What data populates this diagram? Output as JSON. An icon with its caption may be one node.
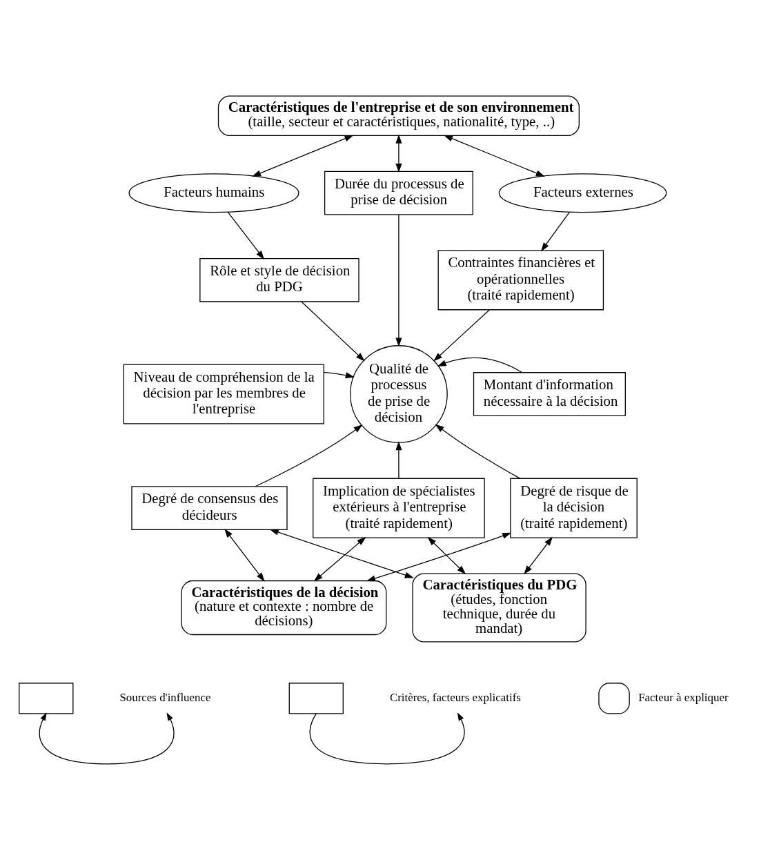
{
  "diagram": {
    "nodes": [
      {
        "text": [
          "Caractéristiques de l'entreprise et de son environnement",
          "(taille, secteur et caractéristiques, nationalité, type, ..)"
        ]
      },
      {
        "text": [
          "Facteurs humains"
        ]
      },
      {
        "text": [
          "Durée du processus de prise de décision"
        ]
      },
      {
        "text": [
          "Facteurs externes"
        ]
      },
      {
        "text": [
          "Rôle et style de décision du PDG"
        ]
      },
      {
        "text": [
          "Contraintes financières et opérationnelles",
          "(traité rapidement)"
        ]
      },
      {
        "text": [
          "Niveau de compréhension de la décision par les membres de l'entreprise"
        ]
      },
      {
        "text": [
          "Qualité de processus de prise de décision"
        ]
      },
      {
        "text": [
          "Montant d'information nécessaire à la décision"
        ]
      },
      {
        "text": [
          "Degré de consensus des décideurs"
        ]
      },
      {
        "text": [
          "Implication de spécialistes extérieurs à l'entreprise",
          "(traité rapidement)"
        ]
      },
      {
        "text": [
          "Degré de risque de la décision",
          "(traité rapidement)"
        ]
      },
      {
        "text": [
          "Caractéristiques de la décision",
          "(nature et contexte : nombre de décisions)"
        ]
      },
      {
        "text": [
          "Caractéristiques du PDG",
          "(études, fonction technique, durée du mandat)"
        ]
      }
    ],
    "edges": [
      {
        "from": 0,
        "to": 1,
        "arrow": "both"
      },
      {
        "from": 0,
        "to": 2,
        "arrow": "both"
      },
      {
        "from": 0,
        "to": 3,
        "arrow": "both"
      },
      {
        "from": 1,
        "to": 4,
        "arrow": "to"
      },
      {
        "from": 3,
        "to": 5,
        "arrow": "to"
      },
      {
        "from": 2,
        "to": 7,
        "arrow": "to"
      },
      {
        "from": 4,
        "to": 7,
        "arrow": "to"
      },
      {
        "from": 5,
        "to": 7,
        "arrow": "to"
      },
      {
        "from": 6,
        "to": 7,
        "arrow": "to"
      },
      {
        "from": 8,
        "to": 7,
        "arrow": "to"
      },
      {
        "from": 9,
        "to": 7,
        "arrow": "to"
      },
      {
        "from": 10,
        "to": 7,
        "arrow": "to"
      },
      {
        "from": 11,
        "to": 7,
        "arrow": "to"
      },
      {
        "from": 12,
        "to": 9,
        "arrow": "both"
      },
      {
        "from": 12,
        "to": 11,
        "arrow": "both"
      },
      {
        "from": 12,
        "to": 10,
        "arrow": "both"
      },
      {
        "from": 13,
        "to": 9,
        "arrow": "both"
      },
      {
        "from": 13,
        "to": 11,
        "arrow": "both"
      },
      {
        "from": 13,
        "to": 10,
        "arrow": "both"
      }
    ],
    "legend": [
      {
        "text": "Sources d'influence"
      },
      {
        "text": "Critères, facteurs explicatifs"
      },
      {
        "text": "Facteur à expliquer"
      }
    ]
  }
}
